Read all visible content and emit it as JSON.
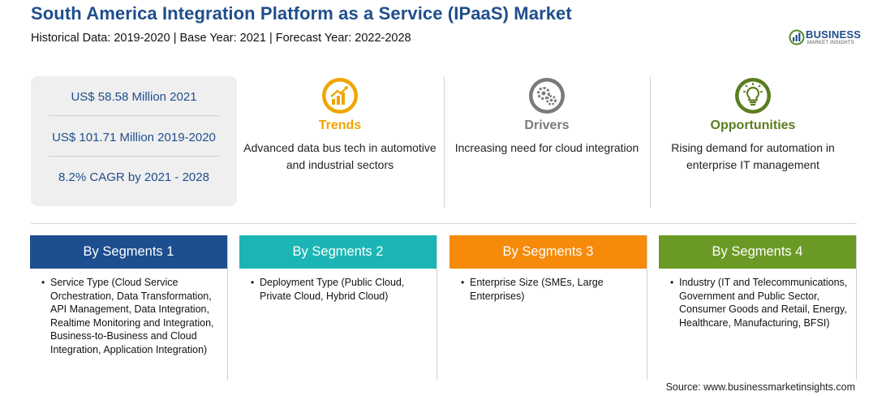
{
  "header": {
    "title": "South America Integration Platform as a Service (IPaaS) Market",
    "subtitle": "Historical Data: 2019-2020 | Base Year: 2021 | Forecast Year: 2022-2028"
  },
  "logo": {
    "word": "BUSINESS",
    "tagline": "MARKET INSIGHTS"
  },
  "stats": [
    {
      "text": "US$ 58.58 Million 2021"
    },
    {
      "text": "US$ 101.71 Million 2019-2020"
    },
    {
      "text": "8.2% CAGR by 2021 - 2028"
    }
  ],
  "factors": [
    {
      "title": "Trends",
      "description": "Advanced data bus tech in automotive and industrial sectors",
      "color": "#f0a500",
      "icon": "growth-chart-icon"
    },
    {
      "title": "Drivers",
      "description": "Increasing need for cloud integration",
      "color": "#7a7a7a",
      "icon": "gears-icon"
    },
    {
      "title": "Opportunities",
      "description": "Rising demand for automation in enterprise IT management",
      "color": "#5a7d1e",
      "icon": "lightbulb-icon"
    }
  ],
  "segments": [
    {
      "title": "By Segments 1",
      "color": "#1d4e8f",
      "items": [
        "Service Type (Cloud Service Orchestration, Data Transformation, API Management, Data Integration, Realtime Monitoring and Integration, Business-to-Business and Cloud Integration, Application Integration)"
      ]
    },
    {
      "title": "By Segments 2",
      "color": "#1cb5b5",
      "items": [
        "Deployment Type (Public Cloud, Private Cloud, Hybrid Cloud)"
      ]
    },
    {
      "title": "By Segments 3",
      "color": "#f58a0b",
      "items": [
        "Enterprise Size (SMEs, Large Enterprises)"
      ]
    },
    {
      "title": "By Segments 4",
      "color": "#6a9a25",
      "items": [
        "Industry (IT and Telecommunications, Government and Public Sector, Consumer Goods and Retail, Energy, Healthcare, Manufacturing, BFSI)"
      ]
    }
  ],
  "source": "Source: www.businessmarketinsights.com"
}
